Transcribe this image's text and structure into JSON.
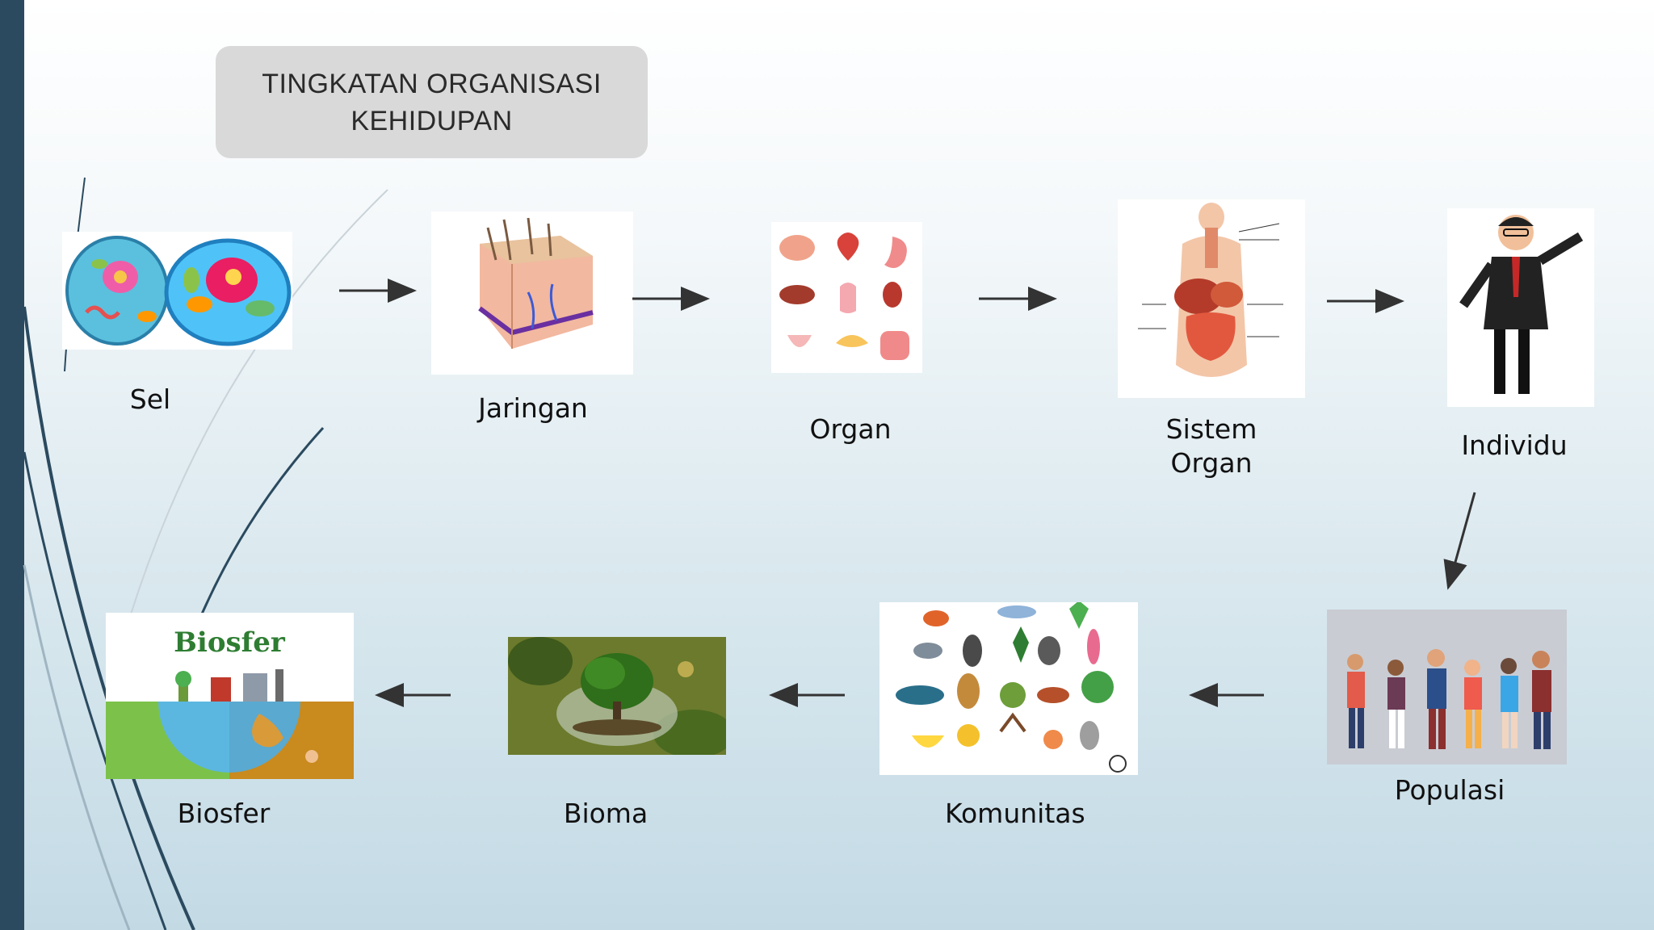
{
  "title": {
    "line1": "TINGKATAN ORGANISASI",
    "line2": "KEHIDUPAN"
  },
  "levels": [
    {
      "label": "Sel",
      "icon": "cell-icon"
    },
    {
      "label": "Jaringan",
      "icon": "tissue-icon"
    },
    {
      "label": "Organ",
      "icon": "organs-icon"
    },
    {
      "label_line1": "Sistem",
      "label_line2": "Organ",
      "icon": "organ-system-icon"
    },
    {
      "label": "Individu",
      "icon": "person-icon"
    },
    {
      "label": "Populasi",
      "icon": "population-icon"
    },
    {
      "label": "Komunitas",
      "icon": "community-icon"
    },
    {
      "label": "Bioma",
      "icon": "biome-icon"
    },
    {
      "label": "Biosfer",
      "icon": "biosphere-icon",
      "image_text": "Biosfer"
    }
  ],
  "colors": {
    "accent_bar": "#2b4a5f",
    "title_box": "#d9d9d9",
    "title_arrow": "#2b2b2b"
  }
}
